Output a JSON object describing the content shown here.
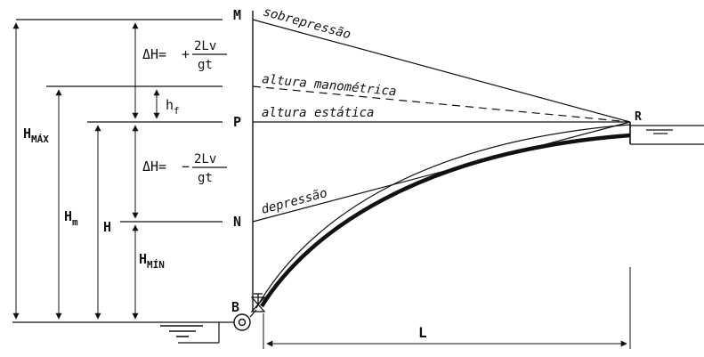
{
  "points": {
    "m": "M",
    "p": "P",
    "n": "N",
    "r": "R",
    "b": "B"
  },
  "lines": {
    "overpressure": "sobrepressão",
    "manometric_head": "altura manométrica",
    "static_head": "altura estática",
    "depression": "depressão"
  },
  "quantities": {
    "h_max_main": "H",
    "h_max_sub": "MÁX",
    "h_m_main": "H",
    "h_m_sub": "m",
    "h": "H",
    "h_min_main": "H",
    "h_min_sub": "MÍN",
    "h_f_main": "h",
    "h_f_sub": "f",
    "length": "L"
  },
  "formulas": {
    "upper": {
      "lhs": "ΔH=",
      "sign": "+",
      "numerator": "2Lv",
      "denominator": "gt"
    },
    "lower": {
      "lhs": "ΔH=",
      "sign": "−",
      "numerator": "2Lv",
      "denominator": "gt"
    }
  }
}
